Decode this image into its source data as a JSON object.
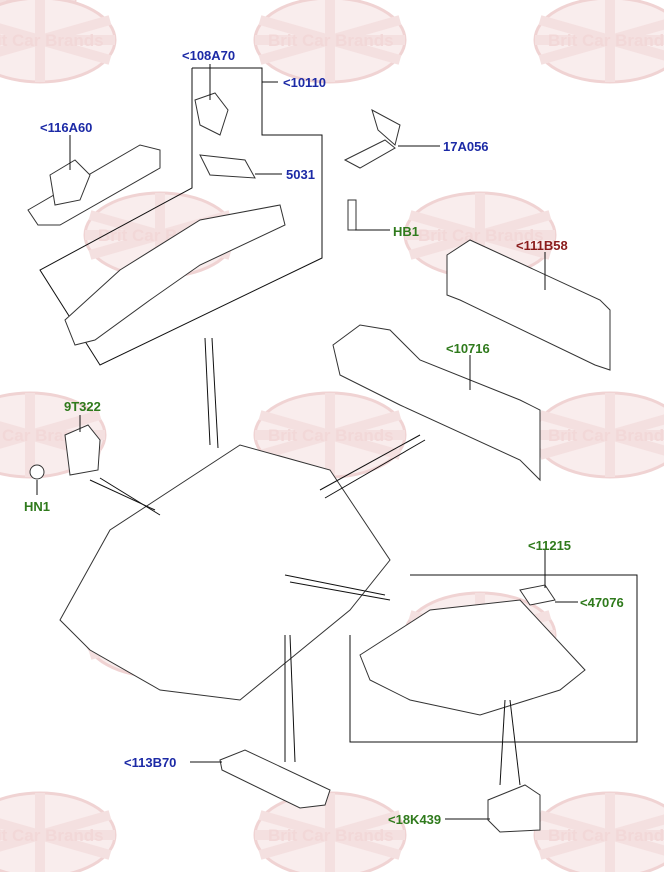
{
  "watermark": {
    "text": "Brit Car Brands",
    "colors": {
      "red": "#d9a0a0",
      "blue": "#b8c4dc"
    }
  },
  "colors": {
    "blue_label": "#1c2aa6",
    "green_label": "#2f7a1c",
    "red_label": "#8a1c1c"
  },
  "labels": [
    {
      "id": "108A70",
      "text": "<108A70",
      "color": "blue"
    },
    {
      "id": "10110",
      "text": "<10110",
      "color": "blue"
    },
    {
      "id": "116A60",
      "text": "<116A60",
      "color": "blue"
    },
    {
      "id": "5031",
      "text": "5031",
      "color": "blue"
    },
    {
      "id": "17A056",
      "text": "17A056",
      "color": "blue"
    },
    {
      "id": "HB1",
      "text": "HB1",
      "color": "green"
    },
    {
      "id": "111B58",
      "text": "<111B58",
      "color": "red"
    },
    {
      "id": "10716",
      "text": "<10716",
      "color": "green"
    },
    {
      "id": "9T322",
      "text": "9T322",
      "color": "green"
    },
    {
      "id": "HN1",
      "text": "HN1",
      "color": "green"
    },
    {
      "id": "11215",
      "text": "<11215",
      "color": "green"
    },
    {
      "id": "47076",
      "text": "<47076",
      "color": "green"
    },
    {
      "id": "113B70",
      "text": "<113B70",
      "color": "blue"
    },
    {
      "id": "18K439",
      "text": "<18K439",
      "color": "green"
    }
  ]
}
